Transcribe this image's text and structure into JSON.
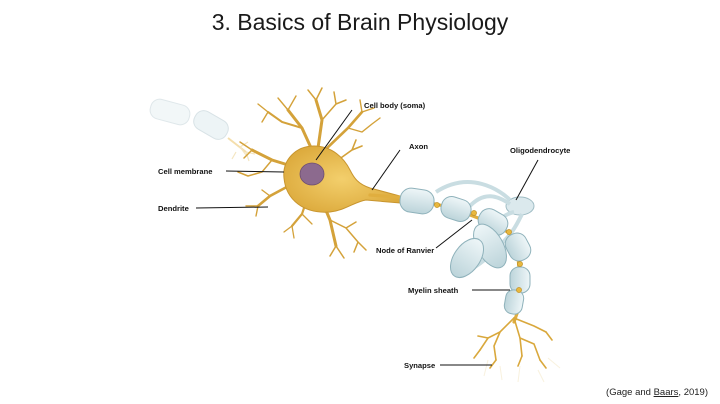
{
  "slide": {
    "title": "3. Basics of Brain Physiology"
  },
  "diagram": {
    "labels": {
      "cell_body": "Cell body (soma)",
      "axon": "Axon",
      "oligodendrocyte": "Oligodendrocyte",
      "cell_membrane": "Cell membrane",
      "dendrite": "Dendrite",
      "node_of_ranvier": "Node of Ranvier",
      "myelin_sheath": "Myelin sheath",
      "synapse": "Synapse"
    },
    "colors": {
      "neuron": "#e8b84a",
      "neuron_outline": "#b8861e",
      "nucleus": "#8c6a8e",
      "myelin": "#d6e6ea",
      "myelin_outline": "#8fb2bb",
      "leader": "#111111"
    }
  },
  "citation": {
    "open": "(Gage and ",
    "author": "Baars",
    "close": ", 2019)"
  }
}
